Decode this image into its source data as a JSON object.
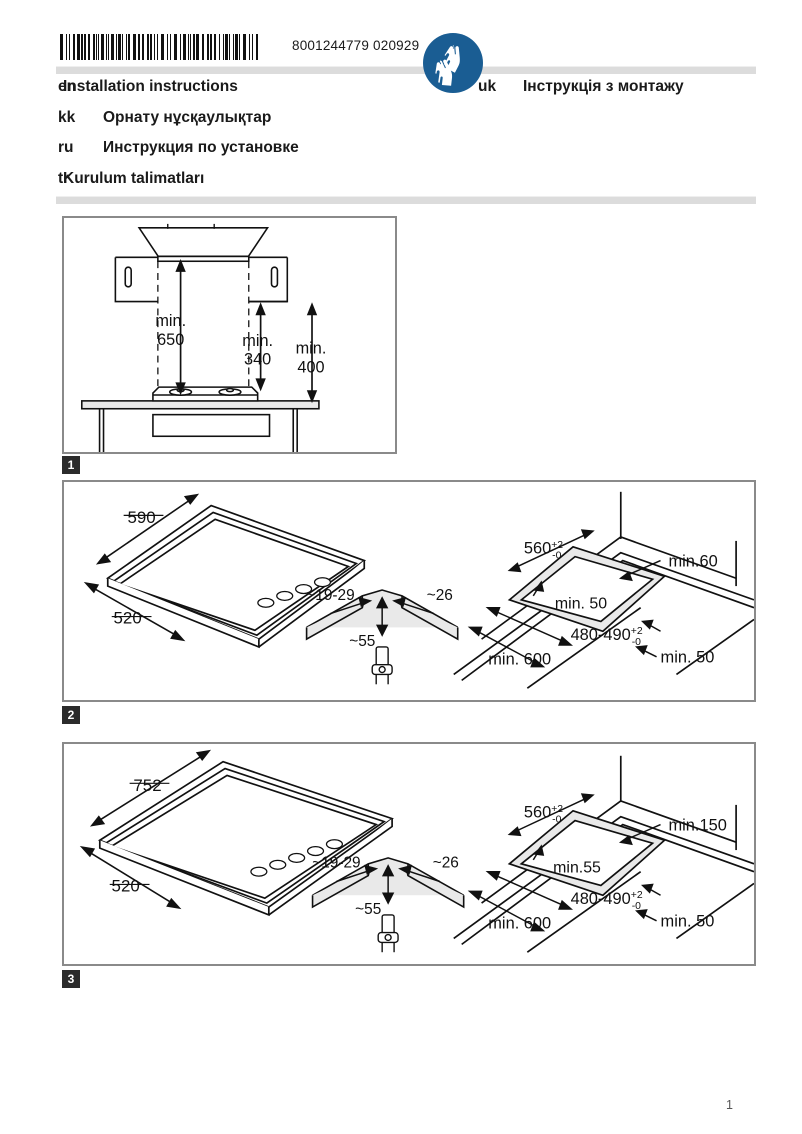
{
  "header": {
    "doc_number": "8001244779 020929",
    "barcode_alt": "barcode"
  },
  "languages": {
    "left": [
      {
        "code": "en",
        "name": "Installation instructions"
      },
      {
        "code": "kk",
        "name": "Орнату нұсқаулықтар"
      },
      {
        "code": "ru",
        "name": "Инструкция по установке"
      },
      {
        "code": "tr",
        "name": "Kurulum talimatları"
      }
    ],
    "right": [
      {
        "code": "uk",
        "name": "Інструкція з монтажу"
      }
    ]
  },
  "pictogram": {
    "name": "protective-gloves",
    "color": "#1a5d93"
  },
  "figures": [
    {
      "number": "1",
      "labels": {
        "hood_to_hob": "min.\n650",
        "hood_to_hob_line1": "min.",
        "hood_to_hob_line2": "650",
        "side_left_line1": "min.",
        "side_left_line2": "340",
        "side_right_line1": "min.",
        "side_right_line2": "400"
      }
    },
    {
      "number": "2",
      "appliance": {
        "width": "590",
        "depth": "520"
      },
      "corner": {
        "thickness": "~19-29",
        "edge": "~26",
        "radius": "~55"
      },
      "cutout": {
        "width": "560",
        "width_tol_sup": "+2",
        "width_tol_sub": "-0",
        "depth": "480-490",
        "depth_tol_sup": "+2",
        "depth_tol_sub": "-0",
        "front_gap": "min. 50",
        "rear_gap": "min.60",
        "side_gap": "min. 50",
        "worktop_depth": "min. 600"
      }
    },
    {
      "number": "3",
      "appliance": {
        "width": "752",
        "depth": "520"
      },
      "corner": {
        "thickness": "~19-29",
        "edge": "~26",
        "radius": "~55"
      },
      "cutout": {
        "width": "560",
        "width_tol_sup": "+2",
        "width_tol_sub": "-0",
        "depth": "480-490",
        "depth_tol_sup": "+2",
        "depth_tol_sub": "-0",
        "front_gap": "min.55",
        "rear_gap": "min.150",
        "side_gap": "min. 50",
        "worktop_depth": "min. 600"
      }
    }
  ],
  "footer": {
    "page_number": "1"
  }
}
